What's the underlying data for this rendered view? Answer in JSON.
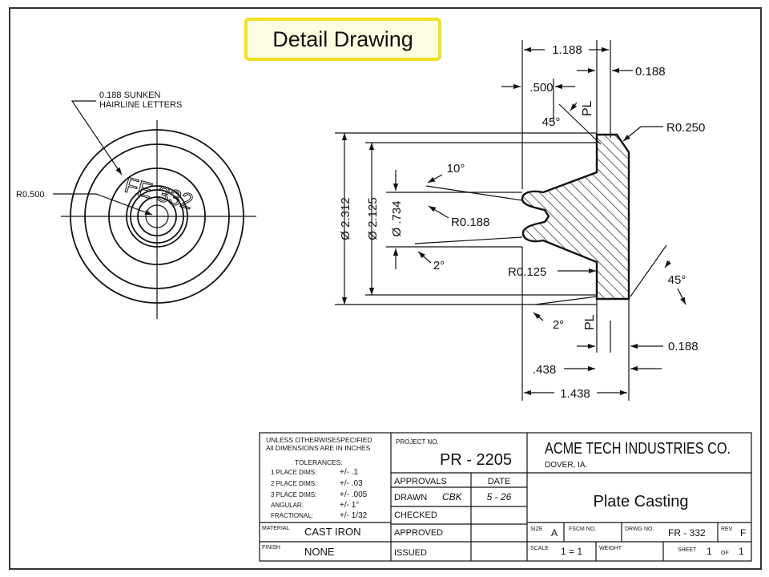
{
  "title_badge": "Detail Drawing",
  "front_view": {
    "note_line1": "0.188 SUNKEN",
    "note_line2": "HAIRLINE LETTERS",
    "radius_label": "R0.500",
    "engraving": "FE 332"
  },
  "section_view": {
    "dims": {
      "width_1188": "1.188",
      "width_0188_top": "0.188",
      "width_0500": ".500",
      "angle_45_top": "45°",
      "radius_0250": "R0.250",
      "angle_10": "10°",
      "radius_0188": "R0.188",
      "angle_2_upper": "2°",
      "radius_0125": "R0.125",
      "angle_45_right": "45°",
      "angle_2_lower": "2°",
      "width_0188_bottom": "0.188",
      "width_0438": ".438",
      "width_1438": "1.438",
      "dia_2312": "Ø 2.312",
      "dia_2125": "Ø 2.125",
      "dia_0734": "Ø .734"
    },
    "surface_marks": [
      "PL",
      "PL"
    ]
  },
  "title_block": {
    "unless_line1": "UNLESS OTHERWISESPECIFIED",
    "unless_line2": "All DIMENSIONS ARE IN INCHES",
    "tolerances_label": "TOLERANCES:",
    "tolerances": [
      {
        "name": "1 PLACE DIMS:",
        "value": "+/-  .1"
      },
      {
        "name": "2 PLACE DIMS:",
        "value": "+/- .03"
      },
      {
        "name": "3 PLACE DIMS:",
        "value": "+/- .005"
      },
      {
        "name": "ANGULAR:",
        "value": "+/-  1°"
      },
      {
        "name": "FRACTIONAL:",
        "value": "+/- 1/32"
      }
    ],
    "project_no_label": "PROJECT NO.",
    "project_no": "PR - 2205",
    "company": "ACME TECH INDUSTRIES CO.",
    "location": "DOVER, IA.",
    "approvals_label": "APPROVALS",
    "date_label": "DATE",
    "drawn_label": "DRAWN",
    "drawn_by": "CBK",
    "drawn_date": "5 - 26",
    "checked_label": "CHECKED",
    "approved_label": "APPROVED",
    "issued_label": "ISSUED",
    "part_name": "Plate Casting",
    "material_label": "MATERIAL",
    "material": "CAST IRON",
    "finish_label": "FINISH",
    "finish": "NONE",
    "size_label": "SIZE",
    "size": "A",
    "fscm_label": "FSCM NO.",
    "drwg_label": "DRWG NO.",
    "drwg_no": "FR - 332",
    "rev_label": "REV",
    "rev": "F",
    "scale_label": "SCALE",
    "scale": "1 = 1",
    "weight_label": "WEIGHT",
    "sheet_label": "SHEET",
    "sheet_no": "1",
    "of_label": "OF",
    "sheet_total": "1"
  }
}
